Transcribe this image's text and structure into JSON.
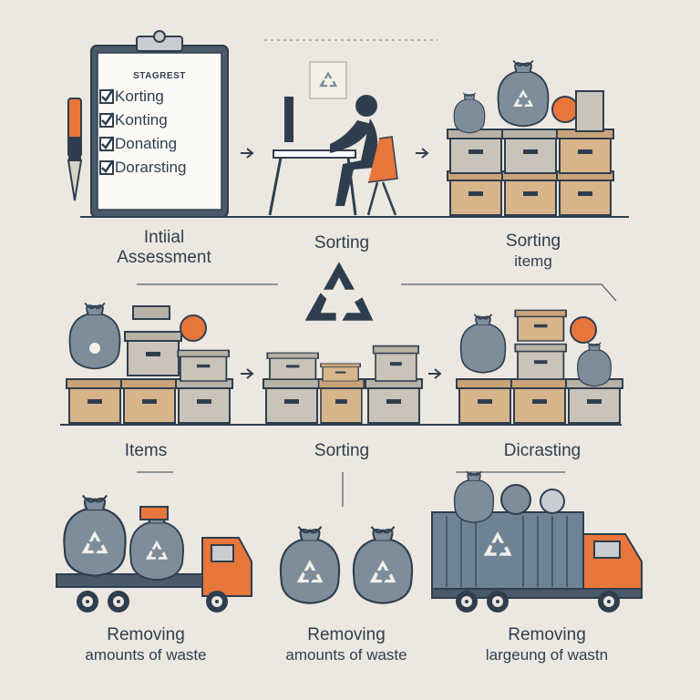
{
  "clipboard": {
    "title": "STAGREST",
    "items": [
      "Korting",
      "Konting",
      "Donating",
      "Dorarsting"
    ]
  },
  "row1": {
    "assessment": [
      "Intiial",
      "Assessment"
    ],
    "sorting": "Sorting",
    "sorting_items": [
      "Sorting",
      "itemg"
    ]
  },
  "row2": {
    "items": "Items",
    "sorting": "Sorting",
    "dicrasting": "Dicrasting"
  },
  "row3": {
    "removing1": [
      "Removing",
      "amounts of waste"
    ],
    "removing2": [
      "Removing",
      "amounts of waste"
    ],
    "removing3": [
      "Removing",
      "largeung of wastn"
    ]
  },
  "colors": {
    "background": "#ece8e1",
    "ink": "#2f3e4e",
    "box": "#d8b48a",
    "box_dark": "#b58e63",
    "grey_box": "#c9c3b9",
    "bag": "#7d8e9a",
    "orange": "#e8763a",
    "truck_blue": "#6e8393"
  },
  "icons": [
    "clipboard-icon",
    "pencil-icon",
    "desk-worker-icon",
    "recycle-icon",
    "trash-bag-icon",
    "truck-icon",
    "box-icon"
  ]
}
